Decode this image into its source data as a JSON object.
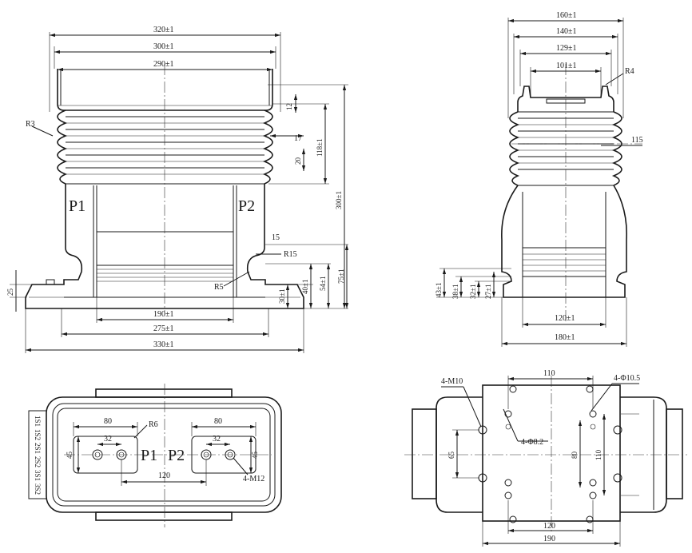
{
  "front_view": {
    "dims_top": [
      "320±1",
      "300±1",
      "290±1"
    ],
    "dims_right": [
      "12",
      "17",
      "20",
      "118±1",
      "300±1",
      "15",
      "40±1",
      "54±1",
      "75±1",
      "30±1"
    ],
    "dims_bottom": [
      "190±1",
      "275±1",
      "330±1"
    ],
    "dim_left": "25",
    "radius_labels": [
      "R3",
      "R15",
      "R5"
    ],
    "terminals": [
      "P1",
      "P2"
    ]
  },
  "side_view": {
    "dims_top": [
      "160±1",
      "140±1",
      "129±1",
      "101±1"
    ],
    "radius_label": "R4",
    "dim_right": "115",
    "dims_left": [
      "43±1",
      "38±1",
      "32±1",
      "27±1"
    ],
    "dims_bottom": [
      "120±1",
      "180±1"
    ]
  },
  "top_view": {
    "dims": [
      "80",
      "80",
      "32",
      "32",
      "45",
      "45",
      "120"
    ],
    "radius_label": "R6",
    "terminals": [
      "P1",
      "P2"
    ],
    "hole_label": "4-M12",
    "secondary_terminals": [
      "1S1",
      "1S2",
      "2S1",
      "2S2",
      "3S1",
      "3S2"
    ]
  },
  "bottom_view": {
    "dims": [
      "110",
      "120",
      "190",
      "65",
      "80",
      "110"
    ],
    "hole_labels": [
      "4-M10",
      "4-Φ10.5",
      "4-Φ8.2"
    ]
  }
}
